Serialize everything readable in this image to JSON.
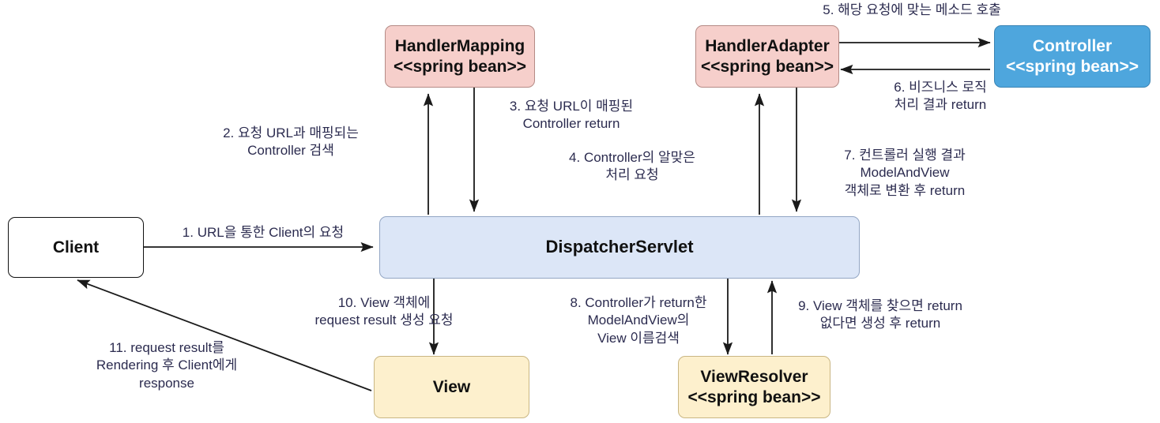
{
  "diagram": {
    "title": "Spring MVC DispatcherServlet Request Flow",
    "colors": {
      "pink": "#f6cfcb",
      "blue": "#4ea6dd",
      "light_blue": "#dce6f7",
      "cream": "#fdf0cd",
      "white": "#ffffff",
      "label_text": "#2b2b4f",
      "edge": "#1a1a1a"
    }
  },
  "nodes": {
    "client": {
      "line1": "Client"
    },
    "handler_mapping": {
      "line1": "HandlerMapping",
      "line2": "<<spring bean>>"
    },
    "handler_adapter": {
      "line1": "HandlerAdapter",
      "line2": "<<spring bean>>"
    },
    "controller": {
      "line1": "Controller",
      "line2": "<<spring bean>>"
    },
    "dispatcher_servlet": {
      "line1": "DispatcherServlet"
    },
    "view": {
      "line1": "View"
    },
    "view_resolver": {
      "line1": "ViewResolver",
      "line2": "<<spring bean>>"
    }
  },
  "labels": {
    "step1": {
      "line1": "1. URL을 통한 Client의 요청"
    },
    "step2": {
      "line1": "2. 요청 URL과 매핑되는",
      "line2": "Controller 검색"
    },
    "step3": {
      "line1": "3. 요청 URL이 매핑된",
      "line2": "Controller return"
    },
    "step4": {
      "line1": "4. Controller의 알맞은",
      "line2": "처리 요청"
    },
    "step5": {
      "line1": "5. 해당 요청에 맞는 메소드 호출"
    },
    "step6": {
      "line1": "6. 비즈니스 로직",
      "line2": "처리 결과 return"
    },
    "step7": {
      "line1": "7. 컨트롤러 실행 결과",
      "line2": "ModelAndView",
      "line3": "객체로 변환 후 return"
    },
    "step8": {
      "line1": "8. Controller가 return한",
      "line2": "ModelAndView의",
      "line3": "View 이름검색"
    },
    "step9": {
      "line1": "9. View 객체를 찾으면 return",
      "line2": "없다면 생성 후 return"
    },
    "step10": {
      "line1": "10. View 객체에",
      "line2": "request result 생성 요청"
    },
    "step11": {
      "line1": "11. request result를",
      "line2": "Rendering 후 Client에게",
      "line3": "response"
    }
  }
}
